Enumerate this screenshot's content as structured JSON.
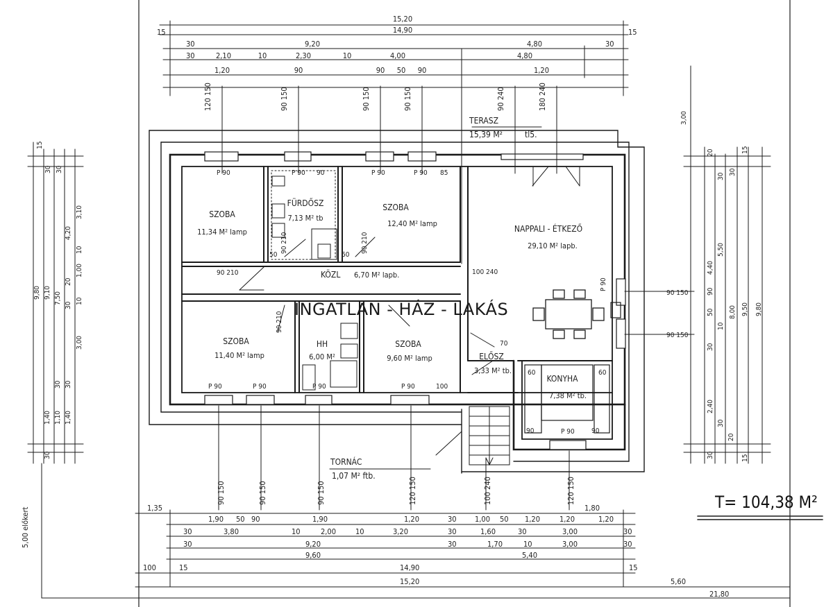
{
  "watermark": "INGATLAN - HÁZ - LAKÁS",
  "total_area": "T= 104,38 M²",
  "terrace": {
    "name": "TERASZ",
    "area": "15,39 M²",
    "floor": "tl5."
  },
  "porch": {
    "name": "TORNÁC",
    "area": "1,07 M² ftb."
  },
  "rooms": [
    {
      "name": "SZOBA",
      "area": "11,34 M² lamp"
    },
    {
      "name": "FÜRDŐSZ",
      "area": "7,13 M² tb"
    },
    {
      "name": "SZOBA",
      "area": "12,40 M² lamp"
    },
    {
      "name": "NAPPALI - ÉTKEZŐ",
      "area": "29,10 M² lapb."
    },
    {
      "name": "KÖZL",
      "area": "6,70 M² lapb."
    },
    {
      "name": "SZOBA",
      "area": "11,40 M² lamp"
    },
    {
      "name": "HH",
      "area": "6,00 M²"
    },
    {
      "name": "SZOBA",
      "area": "9,60 M² lamp"
    },
    {
      "name": "ELŐSZ",
      "area": "3,33 M² tb."
    },
    {
      "name": "KONYHA",
      "area": "7,38 M² tb."
    }
  ],
  "side_label": "5,00 előkert",
  "dims_top": {
    "overall": "15,20",
    "inner": "14,90",
    "r1_left": "9,20",
    "r1_right": "4,80",
    "r2": [
      "30",
      "2,10",
      "10",
      "2,30",
      "10",
      "4,00",
      "4,80"
    ],
    "r3": [
      "1,20",
      "90",
      "90",
      "50",
      "90",
      "1,20"
    ],
    "r4_pairs": [
      "120 150",
      "90 150",
      "90 150",
      "90 150",
      "90 240",
      "180 240"
    ],
    "small": [
      "15",
      "15",
      "30",
      "30"
    ]
  },
  "dims_bottom": {
    "r1": [
      "1,35"
    ],
    "pairs": [
      "90 150",
      "90 150",
      "90 150",
      "120 150",
      "100 240",
      "120 150"
    ],
    "r2": [
      "1,90",
      "50",
      "90",
      "1,90",
      "1,20",
      "30",
      "1,00",
      "50",
      "1,20",
      "1,20",
      "1,20",
      "1,80"
    ],
    "r3": [
      "30",
      "3,80",
      "10",
      "2,00",
      "10",
      "3,20",
      "30",
      "1,60",
      "30",
      "3,00",
      "30"
    ],
    "r4": [
      "30",
      "9,20",
      "30",
      "1,70",
      "10",
      "3,00",
      "30"
    ],
    "r5": [
      "9,60",
      "5,40"
    ],
    "r6": [
      "100",
      "15",
      "14,90",
      "15"
    ],
    "r7": [
      "15,20",
      "5,60"
    ],
    "r8": [
      "21,80"
    ]
  },
  "dims_left": [
    "15",
    "30",
    "30",
    "3,10",
    "4,20",
    "10",
    "1,00",
    "20",
    "9,80",
    "9,10",
    "7,50",
    "30",
    "3,00",
    "10",
    "30",
    "30",
    "1,40",
    "1,10",
    "1,40",
    "30"
  ],
  "dims_right": [
    "3,00",
    "20",
    "30",
    "30",
    "15",
    "5,50",
    "4,40",
    "90",
    "50",
    "10",
    "30",
    "8,00",
    "9,50",
    "9,80",
    "2,40",
    "30",
    "20",
    "30",
    "15"
  ],
  "openings": {
    "windows": [
      "P 90",
      "P 90",
      "90",
      "P 90",
      "P 90",
      "85",
      "P 90",
      "P 90",
      "P 90",
      "P 90",
      "P 90",
      "P 90",
      "100"
    ],
    "doors": [
      "90 210",
      "90 210",
      "90 210",
      "100 240",
      "90 210",
      "70",
      "60",
      "60",
      "90",
      "90",
      "50",
      "60",
      "90 150",
      "90 150"
    ]
  }
}
